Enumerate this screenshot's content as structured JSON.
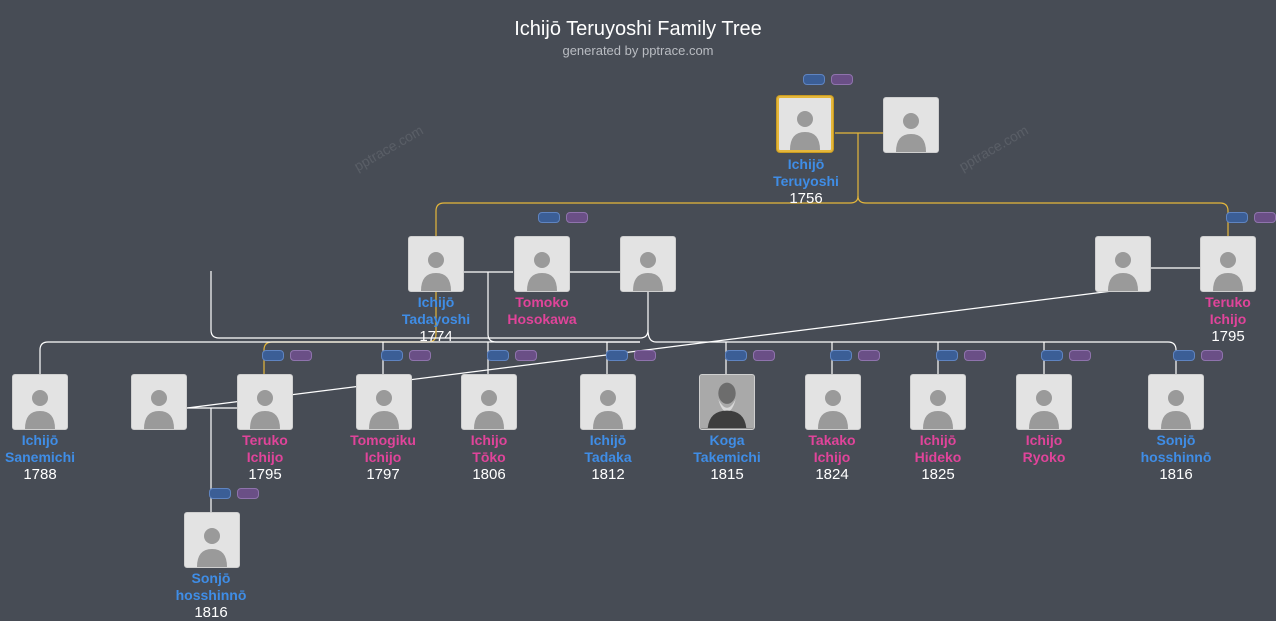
{
  "header": {
    "title": "Ichijō Teruyoshi Family Tree",
    "subtitle": "generated by pptrace.com"
  },
  "watermarks": [
    "pptrace.com",
    "pptrace.com"
  ],
  "colors": {
    "background": "#474c55",
    "male": "#3f8de6",
    "female": "#e0449a",
    "root_highlight": "#e5b73b"
  },
  "people": {
    "teruyoshi": {
      "line1": "Ichijō",
      "line2": "Teruyoshi",
      "year": "1756"
    },
    "tadayoshi": {
      "line1": "Ichijō",
      "line2": "Tadayoshi",
      "year": "1774"
    },
    "tomoko": {
      "line1": "Tomoko",
      "line2": "Hosokawa",
      "year": ""
    },
    "teruko_top": {
      "line1": "Teruko",
      "line2": "Ichijo",
      "year": "1795"
    },
    "sanemichi": {
      "line1": "Ichijō",
      "line2": "Sanemichi",
      "year": "1788"
    },
    "teruko_child": {
      "line1": "Teruko",
      "line2": "Ichijo",
      "year": "1795"
    },
    "tomogiku": {
      "line1": "Tomogiku",
      "line2": "Ichijo",
      "year": "1797"
    },
    "toko": {
      "line1": "Ichijo",
      "line2": "Tōko",
      "year": "1806"
    },
    "tadaka": {
      "line1": "Ichijō",
      "line2": "Tadaka",
      "year": "1812"
    },
    "koga": {
      "line1": "Koga",
      "line2": "Takemichi",
      "year": "1815"
    },
    "takako": {
      "line1": "Takako",
      "line2": "Ichijo",
      "year": "1824"
    },
    "hideko": {
      "line1": "Ichijō",
      "line2": "Hideko",
      "year": "1825"
    },
    "ryoko": {
      "line1": "Ichijo",
      "line2": "Ryoko",
      "year": ""
    },
    "sonjo_row": {
      "line1": "Sonjō",
      "line2": "hosshinnō",
      "year": "1816"
    },
    "sonjo_bottom": {
      "line1": "Sonjō",
      "line2": "hosshinnō",
      "year": "1816"
    }
  }
}
